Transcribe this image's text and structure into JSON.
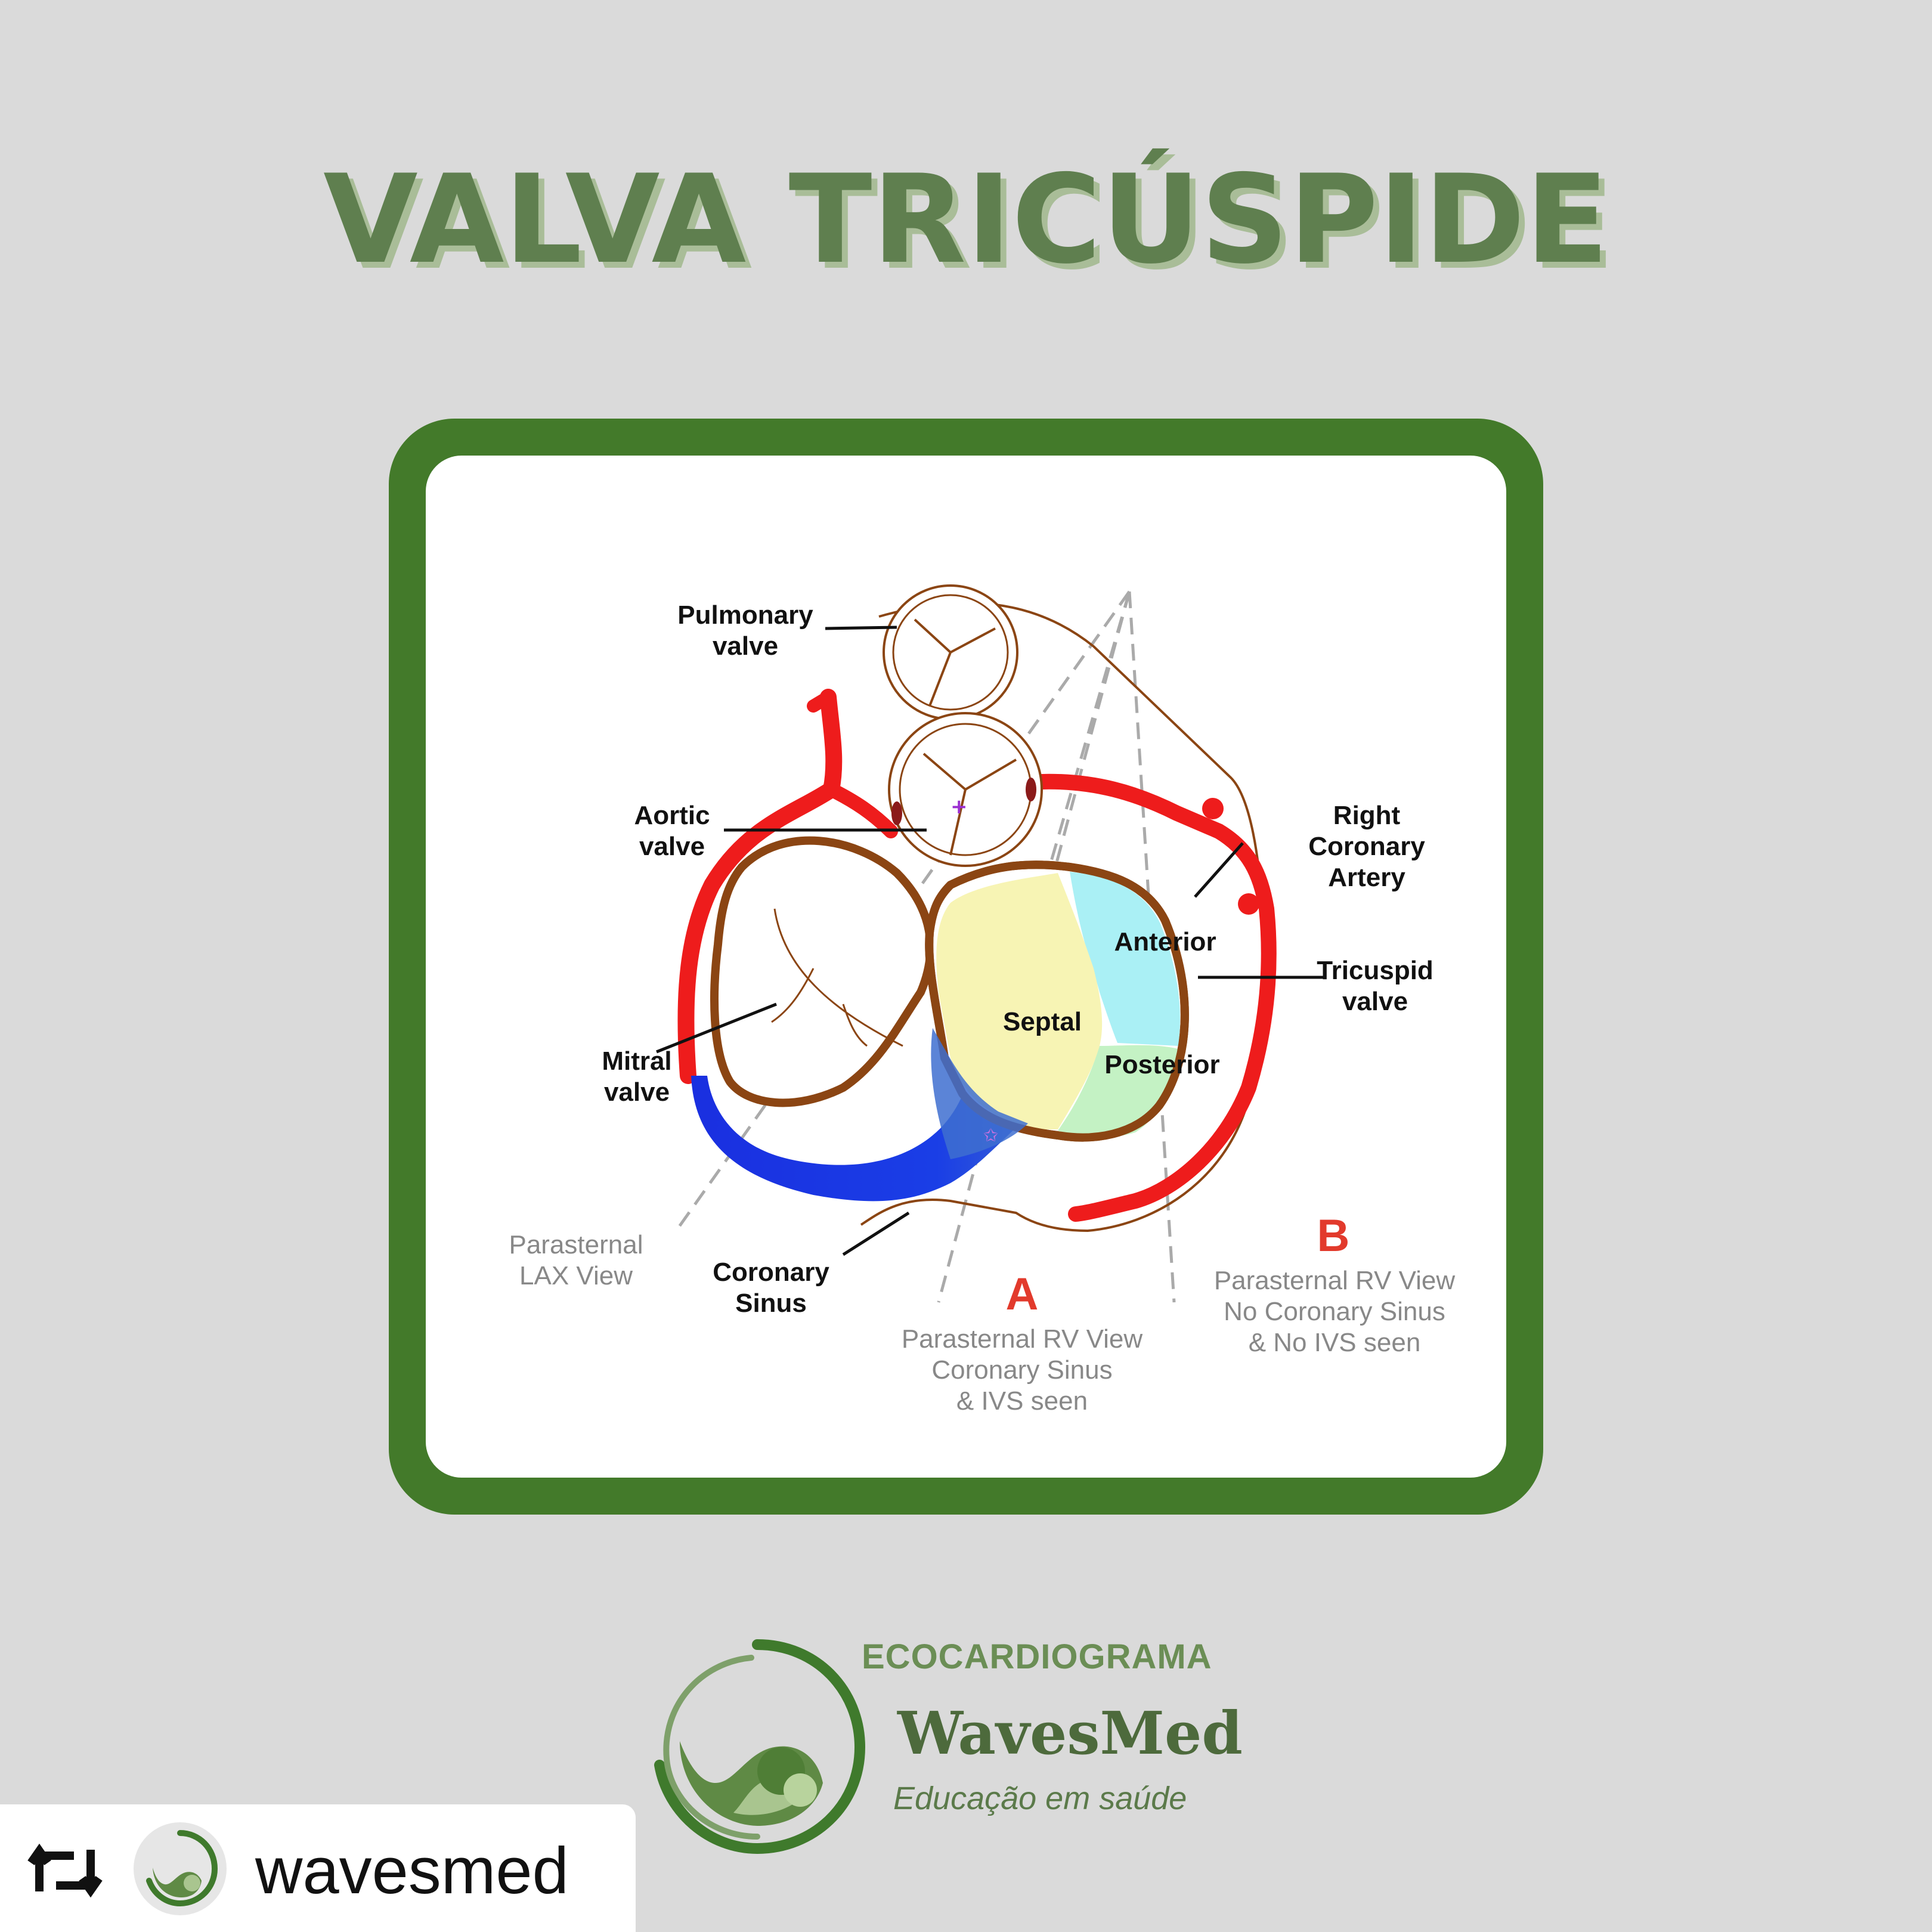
{
  "title": "VALVA TRICÚSPIDE",
  "diagram": {
    "labels": {
      "pulmonary_1": "Pulmonary",
      "pulmonary_2": "valve",
      "aortic_1": "Aortic",
      "aortic_2": "valve",
      "mitral_1": "Mitral",
      "mitral_2": "valve",
      "rca_1": "Right",
      "rca_2": "Coronary",
      "rca_3": "Artery",
      "tric_1": "Tricuspid",
      "tric_2": "valve",
      "anterior": "Anterior",
      "septal": "Septal",
      "posterior": "Posterior",
      "cs_1": "Coronary",
      "cs_2": "Sinus",
      "lax_1": "Parasternal",
      "lax_2": "LAX View",
      "view_a": "A",
      "a_1": "Parasternal RV View",
      "a_2": "Coronary Sinus",
      "a_3": "& IVS seen",
      "view_b": "B",
      "b_1": "Parasternal RV View",
      "b_2": "No Coronary Sinus",
      "b_3": "& No IVS seen"
    },
    "colors": {
      "artery": "#ee1c1c",
      "sinus": "#1a2fe0",
      "annulus": "#8b4513",
      "anterior": "#aaf0f5",
      "septal": "#f7f4b4",
      "posterior": "#c4f2c4"
    }
  },
  "brand": {
    "top": "ECOCARDIOGRAMA",
    "name": "WavesMed",
    "tagline": "Educação em saúde"
  },
  "repost": {
    "username": "wavesmed"
  }
}
